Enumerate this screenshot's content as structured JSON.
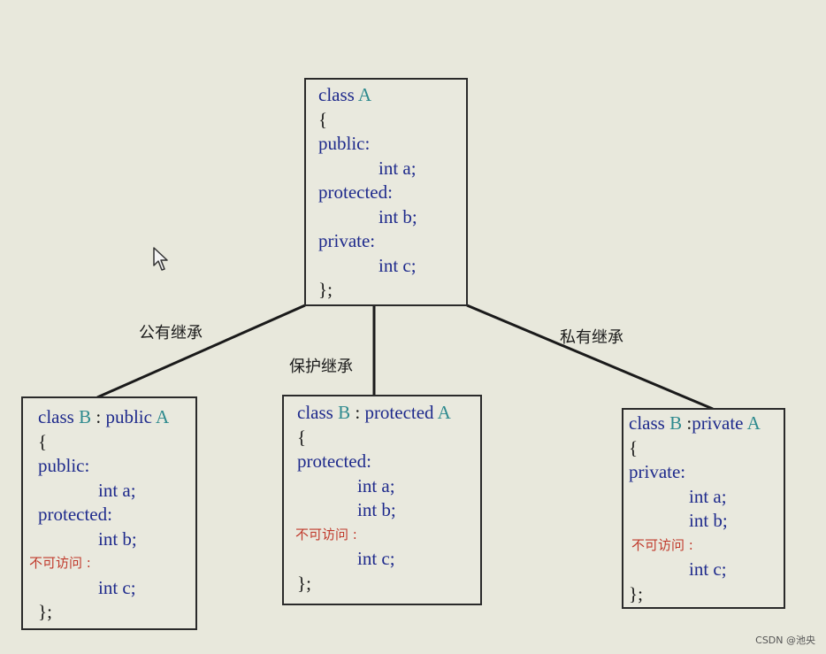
{
  "base": {
    "header": {
      "keyword": "class",
      "name": "A"
    },
    "open": "{",
    "sections": [
      {
        "label": "public:",
        "member": "int a;"
      },
      {
        "label": "protected:",
        "member": "int b;"
      },
      {
        "label": "private:",
        "member": "int c;"
      }
    ],
    "close": "};"
  },
  "edges": {
    "public": "公有继承",
    "protected": "保护继承",
    "private": "私有继承"
  },
  "derived_public": {
    "header": {
      "keyword": "class",
      "name": "B",
      "sep": ":",
      "mode": "public",
      "base": "A"
    },
    "open": "{",
    "label1": "public:",
    "member1": "int a;",
    "label2": "protected:",
    "member2": "int b;",
    "inaccessible": "不可访问 :",
    "member3": "int c;",
    "close": "};"
  },
  "derived_protected": {
    "header": {
      "keyword": "class",
      "name": "B",
      "sep": ":",
      "mode": "protected",
      "base": "A"
    },
    "open": "{",
    "label1": "protected:",
    "member1": "int a;",
    "member2": "int b;",
    "inaccessible": "不可访问 :",
    "member3": "int c;",
    "close": "};"
  },
  "derived_private": {
    "header": {
      "keyword": "class",
      "name": "B",
      "sep": ":",
      "mode": "private",
      "base": "A"
    },
    "open": "{",
    "label1": "private:",
    "member1": "int a;",
    "member2": "int b;",
    "inaccessible": "不可访问 :",
    "member3": "int c;",
    "close": "};"
  },
  "watermark": "CSDN @池央"
}
